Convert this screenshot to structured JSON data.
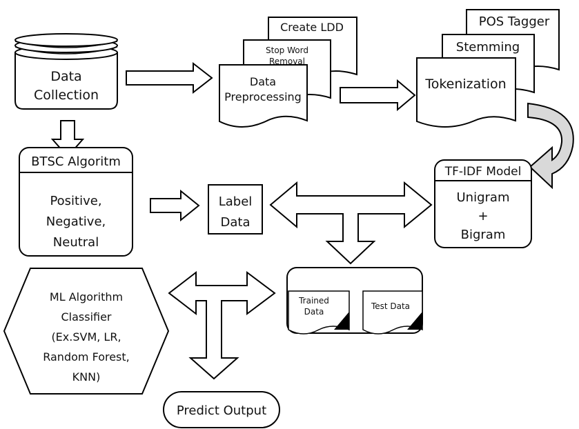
{
  "nodes": {
    "data_collection": [
      "Data",
      "Collection"
    ],
    "create_ldd": "Create LDD",
    "stop_word_removal": [
      "Stop Word",
      "Removal"
    ],
    "data_preprocessing": [
      "Data",
      "Preprocessing"
    ],
    "pos_tagger": "POS Tagger",
    "stemming": "Stemming",
    "tokenization": "Tokenization",
    "btsc_title": "BTSC Algoritm",
    "btsc_body": [
      "Positive,",
      "Negative,",
      "Neutral"
    ],
    "label_data": [
      "Label",
      "Data"
    ],
    "tfidf_title": "TF-IDF Model",
    "tfidf_body": [
      "Unigram",
      "+",
      "Bigram"
    ],
    "trained_data": [
      "Trained",
      "Data"
    ],
    "test_data": "Test Data",
    "ml_classifier": [
      "ML Algorithm",
      "Classifier",
      "(Ex.SVM, LR,",
      "Random Forest,",
      "KNN)"
    ],
    "predict_output": "Predict Output"
  }
}
